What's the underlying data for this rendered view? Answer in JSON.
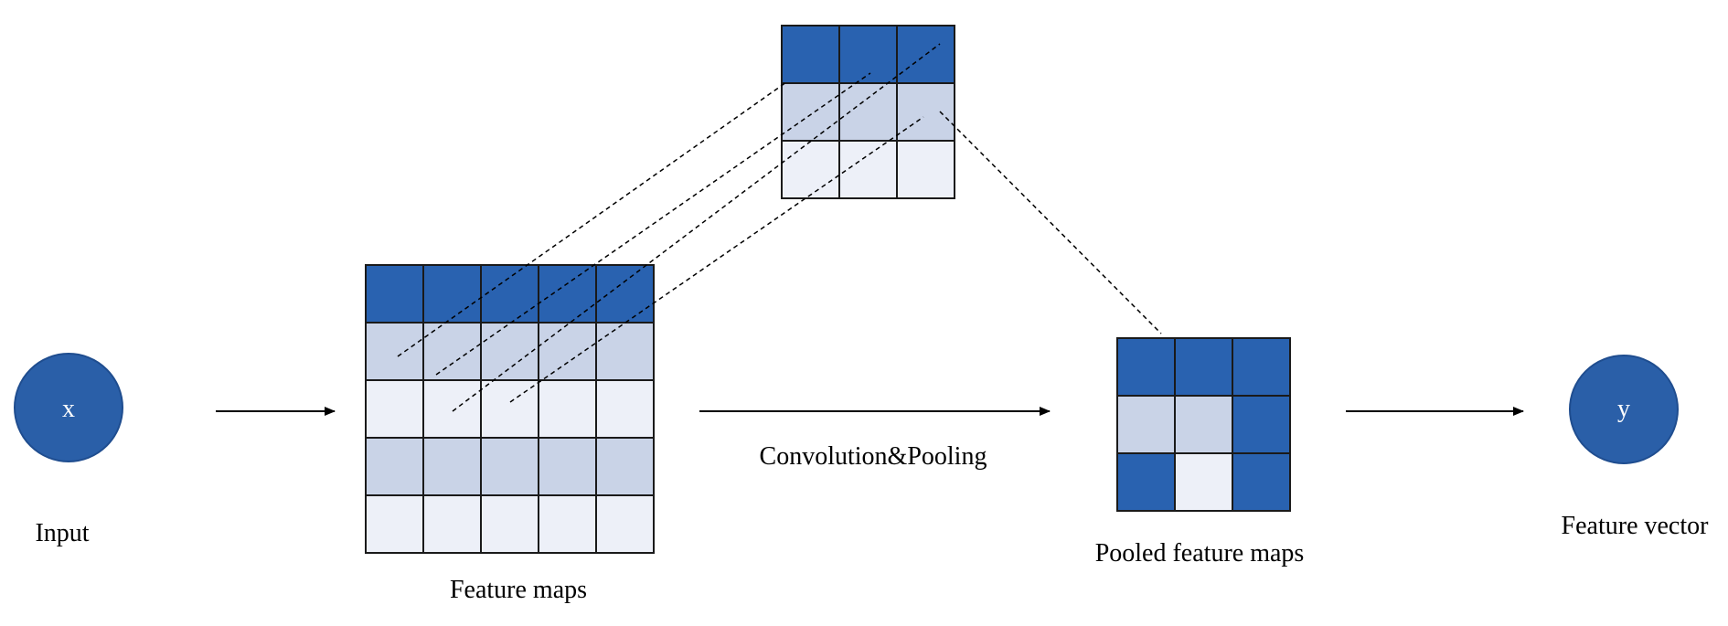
{
  "labels": {
    "input_node": "x",
    "output_node": "y",
    "input": "Input",
    "feature_maps": "Feature maps",
    "operation": "Convolution&Pooling",
    "pooled_feature_maps": "Pooled feature maps",
    "feature_vector": "Feature vector"
  },
  "colors": {
    "dark": "#2962b0",
    "medium": "#c9d3e7",
    "light": "#edf0f8",
    "node_fill": "#2a5fa8",
    "line": "#000000"
  },
  "grids": {
    "kernel": [
      [
        "dark",
        "dark",
        "dark"
      ],
      [
        "medium",
        "medium",
        "medium"
      ],
      [
        "light",
        "light",
        "light"
      ]
    ],
    "feature_maps": [
      [
        "dark",
        "dark",
        "dark",
        "dark",
        "dark"
      ],
      [
        "medium",
        "medium",
        "medium",
        "medium",
        "medium"
      ],
      [
        "light",
        "light",
        "light",
        "light",
        "light"
      ],
      [
        "medium",
        "medium",
        "medium",
        "medium",
        "medium"
      ],
      [
        "light",
        "light",
        "light",
        "light",
        "light"
      ]
    ],
    "pooled_feature_maps": [
      [
        "dark",
        "dark",
        "dark"
      ],
      [
        "medium",
        "medium",
        "dark"
      ],
      [
        "dark",
        "light",
        "dark"
      ]
    ]
  }
}
